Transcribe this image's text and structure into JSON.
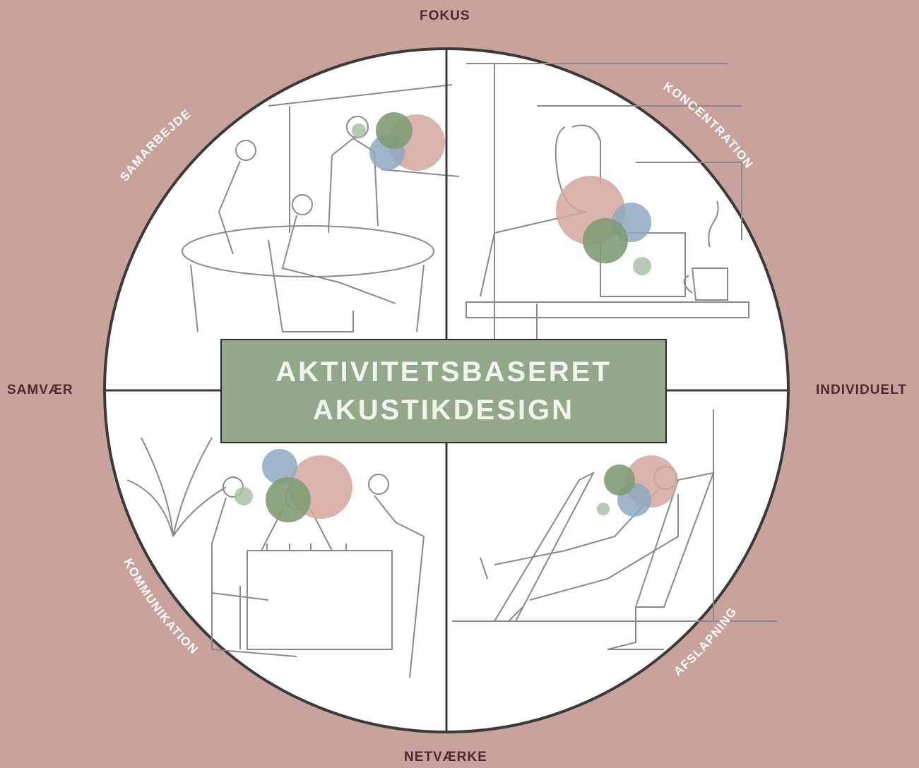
{
  "axes": {
    "top": "FOKUS",
    "bottom": "NETVÆRKE",
    "left": "SAMVÆR",
    "right": "INDIVIDUELT"
  },
  "quadrants": {
    "top_left": "SAMARBEJDE",
    "top_right": "KONCENTRATION",
    "bottom_left": "KOMMUNIKATION",
    "bottom_right": "AFSLAPNING"
  },
  "title": {
    "line1": "AKTIVITETSBASERET",
    "line2": "AKUSTIKDESIGN"
  },
  "colors": {
    "background": "#c9a29b",
    "circle_fill": "#ffffff",
    "title_box": "#93a88a",
    "title_text": "#f1f5ec",
    "axis_text": "#4e2a2a",
    "quadrant_text": "#ffffff",
    "bubble_pink": "#d4a79d",
    "bubble_green": "#7f9b74",
    "bubble_blue": "#8ea8bf",
    "bubble_light_green": "#a8bfa6"
  }
}
